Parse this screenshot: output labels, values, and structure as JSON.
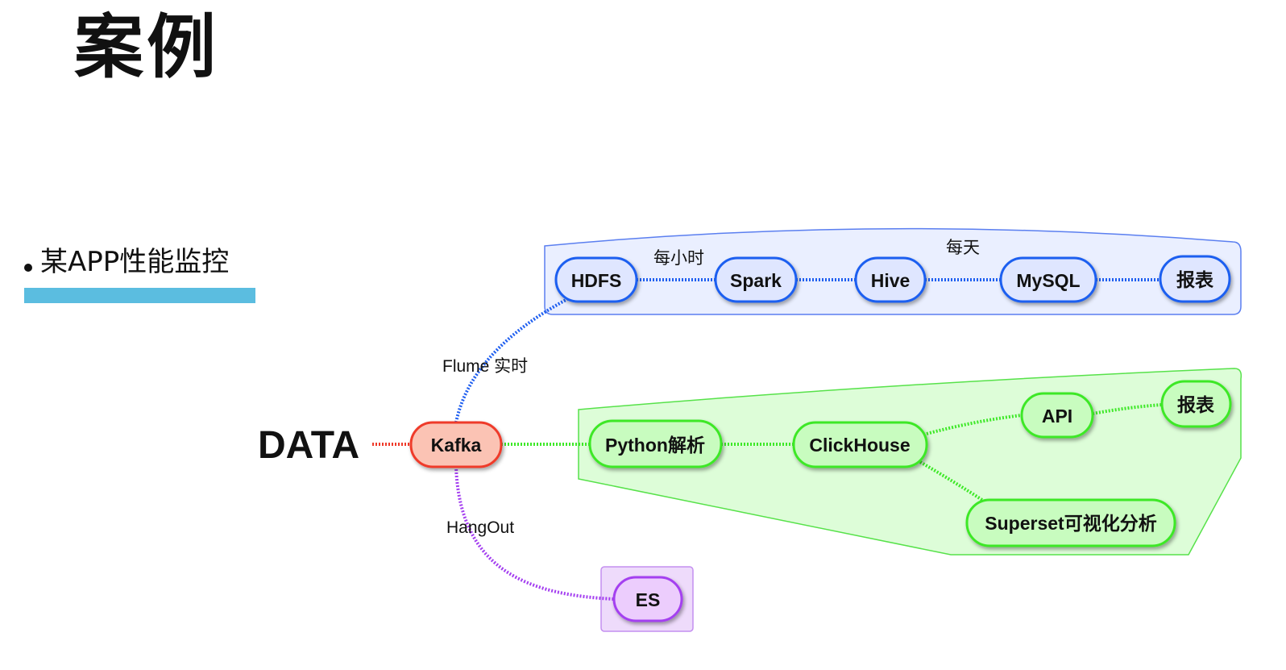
{
  "page": {
    "title": "案例",
    "bullet": "某APP性能监控"
  },
  "diagram": {
    "source_label": "DATA",
    "nodes": {
      "kafka": "Kafka",
      "hdfs": "HDFS",
      "spark": "Spark",
      "hive": "Hive",
      "mysql": "MySQL",
      "report_top": "报表",
      "python": "Python解析",
      "clickhouse": "ClickHouse",
      "api": "API",
      "report_mid": "报表",
      "superset": "Superset可视化分析",
      "es": "ES"
    },
    "edge_labels": {
      "hourly": "每小时",
      "daily": "每天",
      "flume": "Flume 实时",
      "hangout": "HangOut"
    }
  },
  "colors": {
    "accent_bar": "#5bbde0",
    "blue": "#1f5ff0",
    "blue_fill": "#dfe6ff",
    "green": "#3ee828",
    "green_fill": "#c8fcbf",
    "red": "#ef3a2a",
    "red_fill": "#fbc3b4",
    "purple": "#a43ff0",
    "purple_fill": "#eccdfd"
  }
}
